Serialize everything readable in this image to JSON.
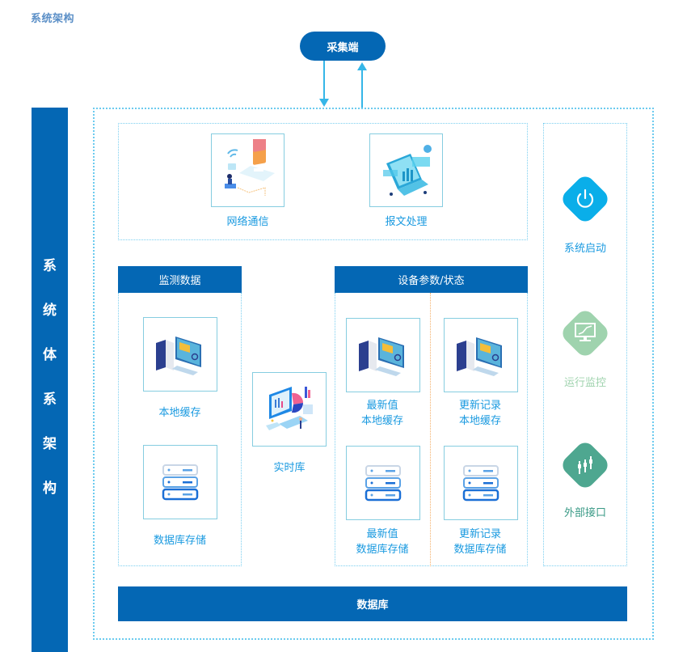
{
  "page_title": "系统架构",
  "collector": {
    "label": "采集端"
  },
  "side_bar": {
    "chars": [
      "系",
      "统",
      "体",
      "系",
      "架",
      "构"
    ]
  },
  "top_panel": {
    "items": [
      {
        "label": "网络通信",
        "icon": "network-communication-illustration"
      },
      {
        "label": "报文处理",
        "icon": "message-processing-illustration"
      }
    ]
  },
  "monitor_section": {
    "header": "监测数据",
    "items": [
      {
        "label": "本地缓存",
        "icon": "computer-icon"
      },
      {
        "label": "数据库存储",
        "icon": "server-stack-icon"
      }
    ]
  },
  "realtime": {
    "label": "实时库",
    "icon": "realtime-dashboard-illustration"
  },
  "device_section": {
    "header": "设备参数/状态",
    "items": [
      {
        "line1": "最新值",
        "line2": "本地缓存",
        "icon": "computer-icon"
      },
      {
        "line1": "更新记录",
        "line2": "本地缓存",
        "icon": "computer-icon"
      },
      {
        "line1": "最新值",
        "line2": "数据库存储",
        "icon": "server-stack-icon"
      },
      {
        "line1": "更新记录",
        "line2": "数据库存储",
        "icon": "server-stack-icon"
      }
    ]
  },
  "right_panel": {
    "items": [
      {
        "label": "系统启动",
        "icon": "power-icon",
        "color": "#0aaee9",
        "label_color": "#1a9ae0"
      },
      {
        "label": "运行监控",
        "icon": "monitor-chart-icon",
        "color": "#9fd3ae",
        "label_color": "#9fd3ae"
      },
      {
        "label": "外部接口",
        "icon": "sliders-icon",
        "color": "#4ea790",
        "label_color": "#3a9a86"
      }
    ]
  },
  "database": {
    "label": "数据库"
  },
  "colors": {
    "primary": "#0467b4",
    "accent": "#0aaee9",
    "dotted": "#6ccbef"
  }
}
